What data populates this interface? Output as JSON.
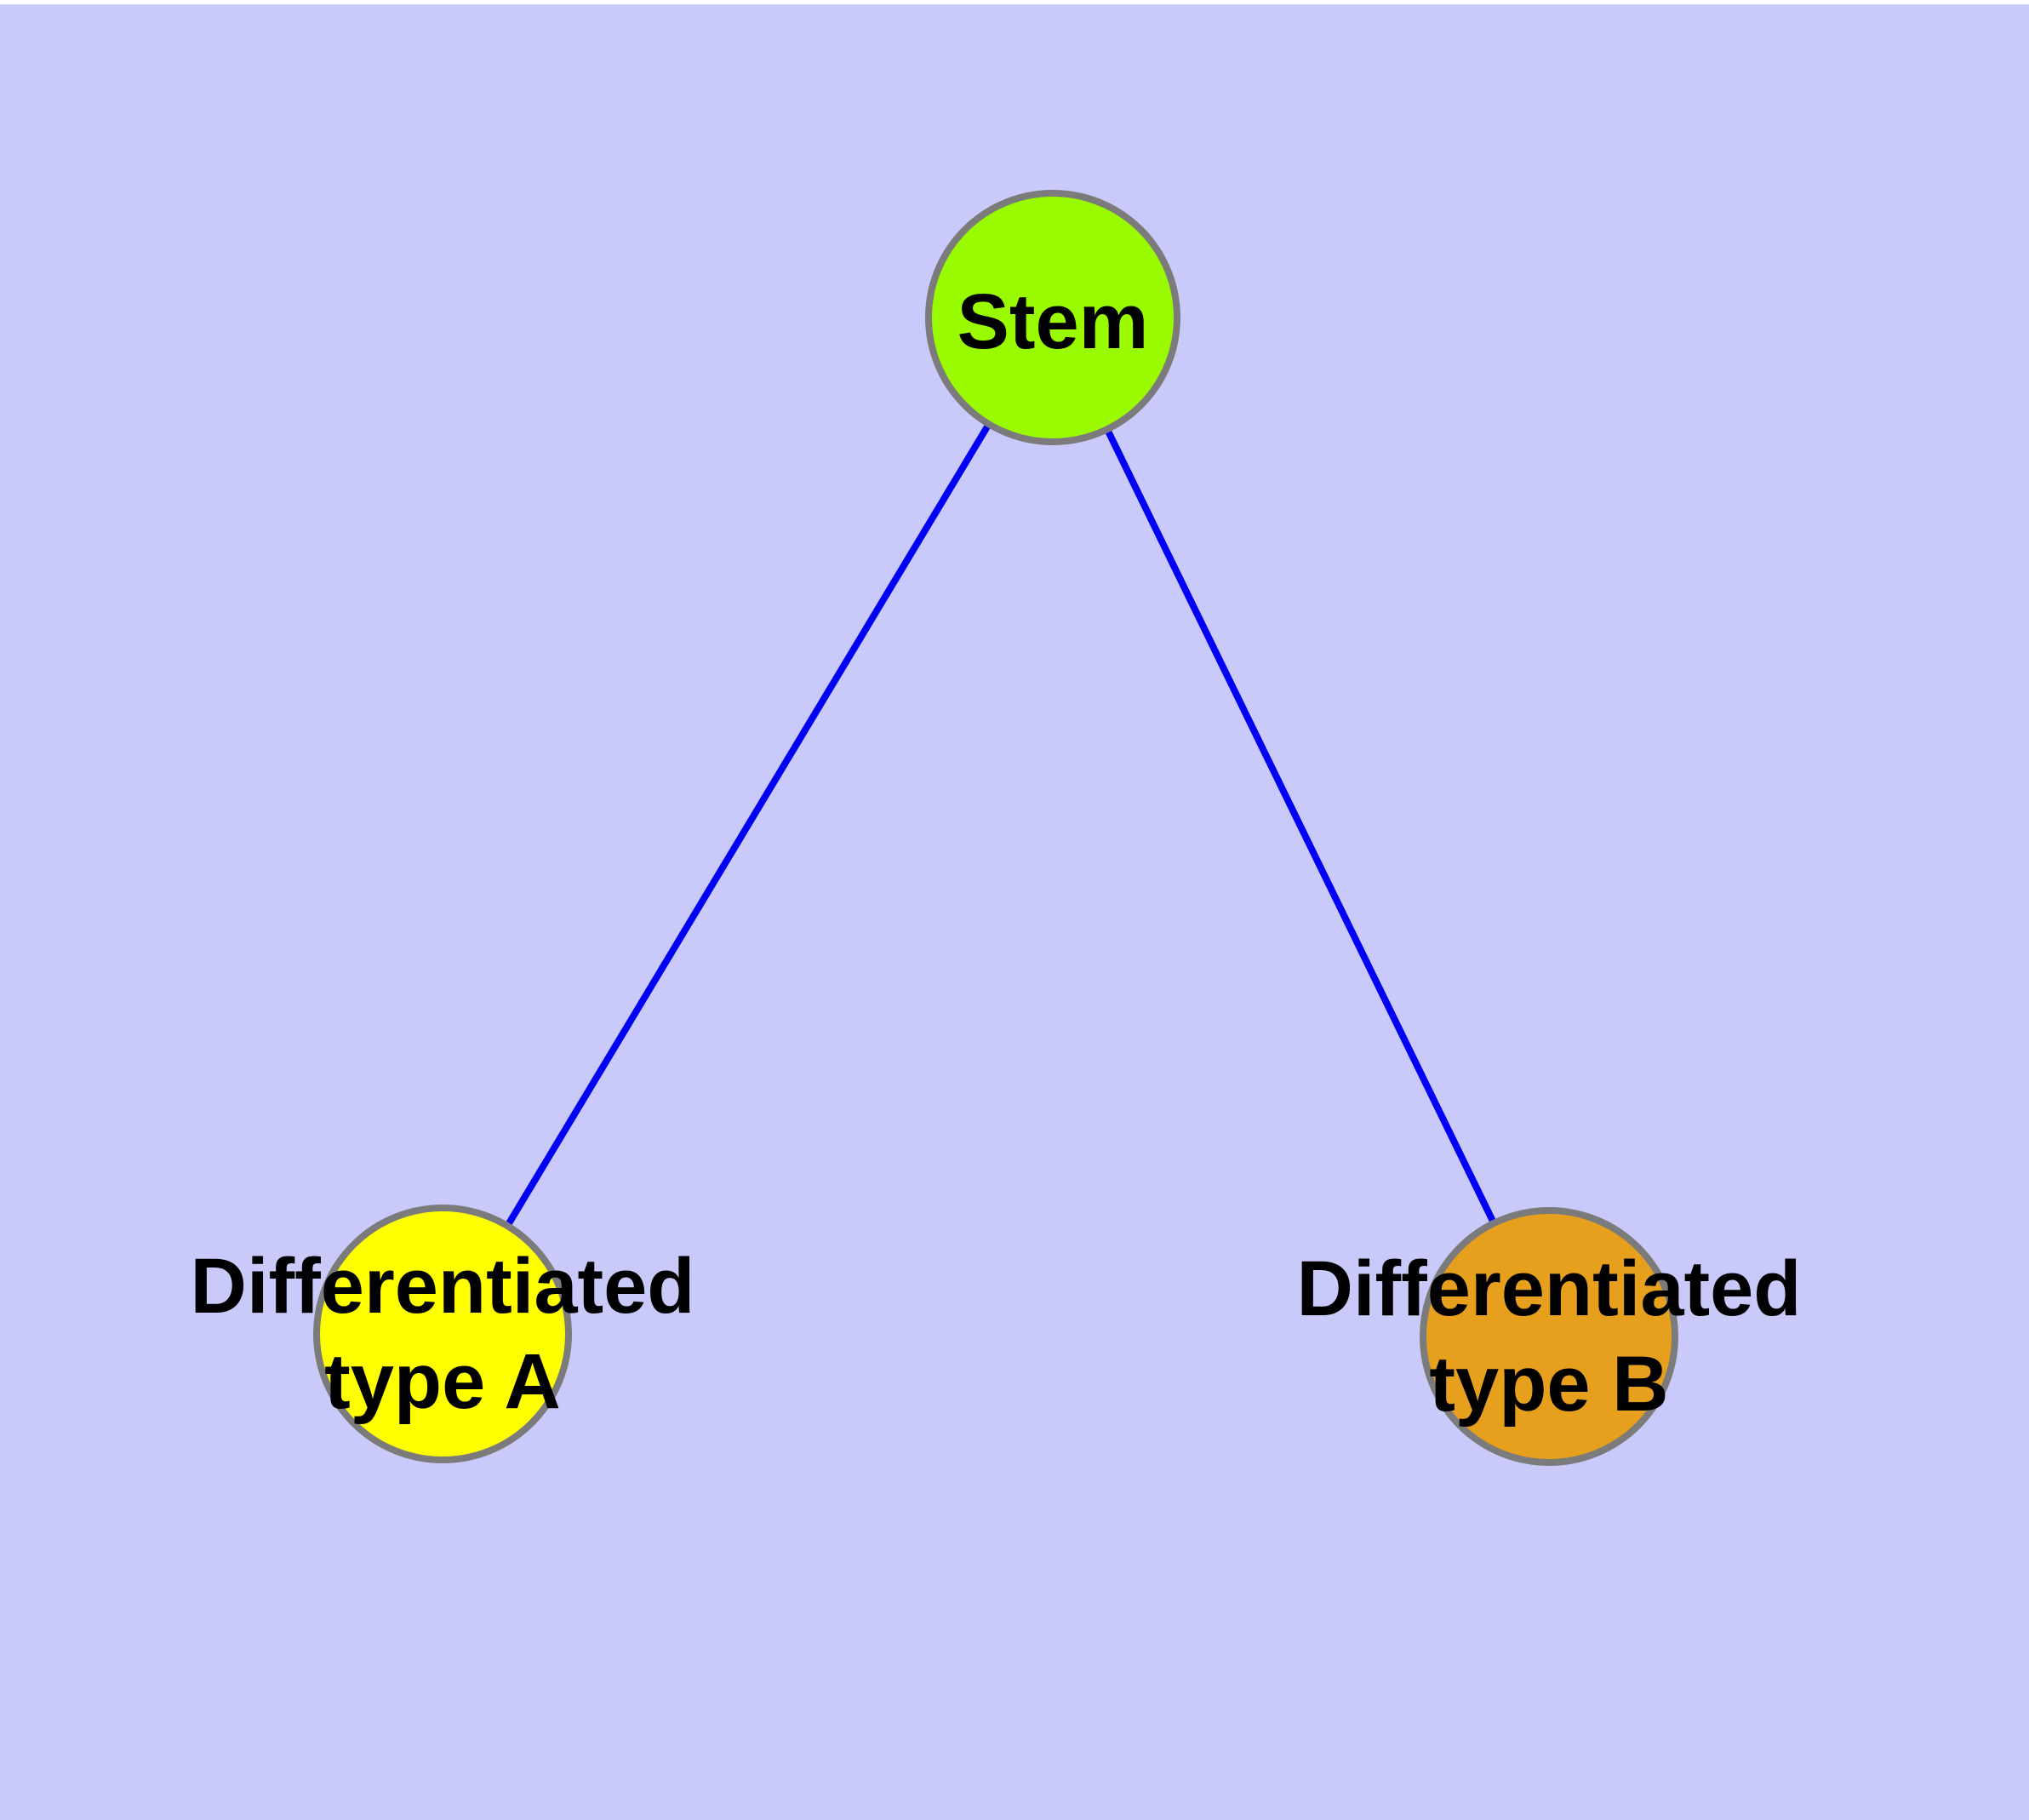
{
  "diagram": {
    "background_color": "#CACAFA",
    "page_border_color": "#FFFFFF",
    "edge_color": "#0000F5",
    "node_border_color": "#7B7B7B",
    "text_color": "#000000",
    "nodes": [
      {
        "id": "stem",
        "label": "Stem",
        "fill": "#9AFB00"
      },
      {
        "id": "differentiated-type-a",
        "label_line1": "Differentiated",
        "label_line2": "type A",
        "fill": "#FFFF00"
      },
      {
        "id": "differentiated-type-b",
        "label_line1": "Differentiated",
        "label_line2": "type B",
        "fill": "#E6A01E"
      }
    ],
    "edges": [
      {
        "from": "Stem",
        "to": "Differentiated type A"
      },
      {
        "from": "Stem",
        "to": "Differentiated type B"
      }
    ]
  }
}
